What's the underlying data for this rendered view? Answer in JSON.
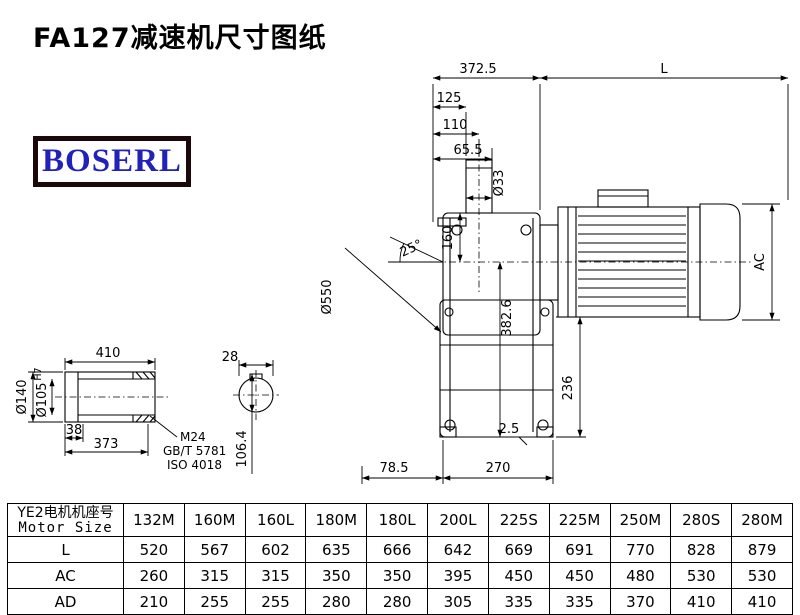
{
  "title": "FA127减速机尺寸图纸",
  "logo": "BOSERL",
  "colors": {
    "logo_text": "#2222bb",
    "logo_border": "#1c0808",
    "line": "#000000"
  },
  "dims": {
    "overall_width": "372.5",
    "motor_len": "L",
    "d125": "125",
    "d110": "110",
    "d65_5": "65.5",
    "shaft_dia": "Ø33",
    "d160": "160",
    "angle": "25°",
    "housing_dia": "Ø550",
    "d382_6": "382.6",
    "ac": "AC",
    "d236": "236",
    "d2_5": "2.5",
    "d78_5": "78.5",
    "d270": "270",
    "shaft_len": "410",
    "flange_dia": "Ø140",
    "bore_dia": "Ø105",
    "bore_tol": "H7",
    "d38": "38",
    "d373": "373",
    "thread": "M24",
    "std_gb": "GB/T 5781",
    "std_iso": "ISO 4018",
    "key_w": "28",
    "d106_4": "106.4"
  },
  "table": {
    "header_cn": "YE2电机机座号",
    "header_en": "Motor Size",
    "columns": [
      "132M",
      "160M",
      "160L",
      "180M",
      "180L",
      "200L",
      "225S",
      "225M",
      "250M",
      "280S",
      "280M"
    ],
    "rows": [
      {
        "label": "L",
        "values": [
          "520",
          "567",
          "602",
          "635",
          "666",
          "642",
          "669",
          "691",
          "770",
          "828",
          "879"
        ]
      },
      {
        "label": "AC",
        "values": [
          "260",
          "315",
          "315",
          "350",
          "350",
          "395",
          "450",
          "450",
          "480",
          "530",
          "530"
        ]
      },
      {
        "label": "AD",
        "values": [
          "210",
          "255",
          "255",
          "280",
          "280",
          "305",
          "335",
          "335",
          "370",
          "410",
          "410"
        ]
      }
    ]
  }
}
